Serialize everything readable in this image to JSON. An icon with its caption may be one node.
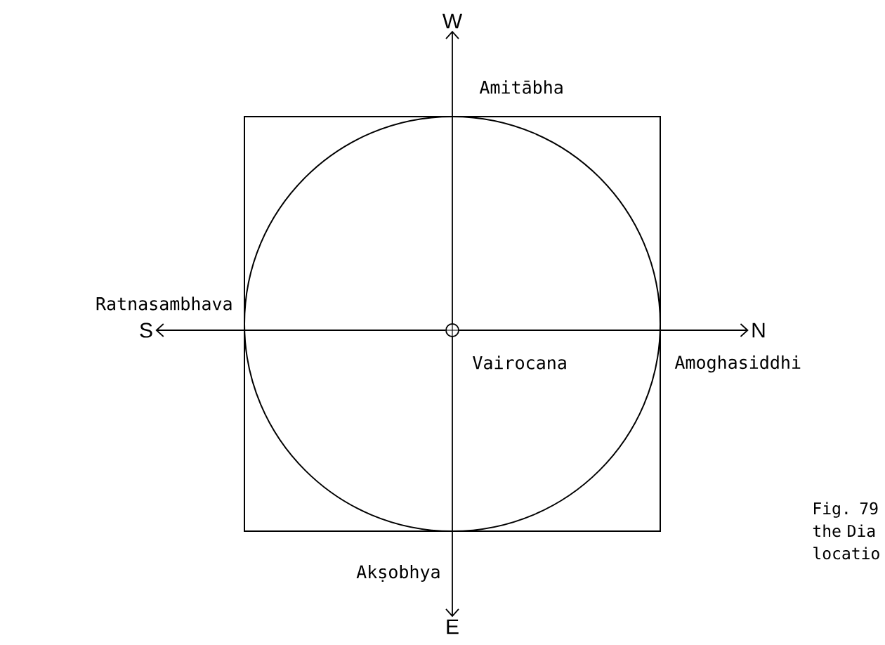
{
  "diagram": {
    "caption": "Fig. 79 the Dia locatio",
    "nodes": [
      {
        "text": [],
        "shape": "circle",
        "beside": [
          "Vairocana"
        ]
      },
      {
        "text": [
          "W"
        ]
      },
      {
        "text": [
          "E"
        ]
      },
      {
        "text": [
          "S"
        ]
      },
      {
        "text": [
          "N"
        ]
      }
    ],
    "edges": [
      {
        "from": 0,
        "to": 1,
        "arrow": "to"
      },
      {
        "from": 0,
        "to": 2,
        "arrow": "to"
      },
      {
        "from": 0,
        "to": 3,
        "arrow": "to"
      },
      {
        "from": 0,
        "to": 4,
        "arrow": "to"
      }
    ],
    "labels": [
      "Amitābha",
      "Ratnasambhava",
      "Amoghasiddhi",
      "Akṣobhya"
    ]
  }
}
